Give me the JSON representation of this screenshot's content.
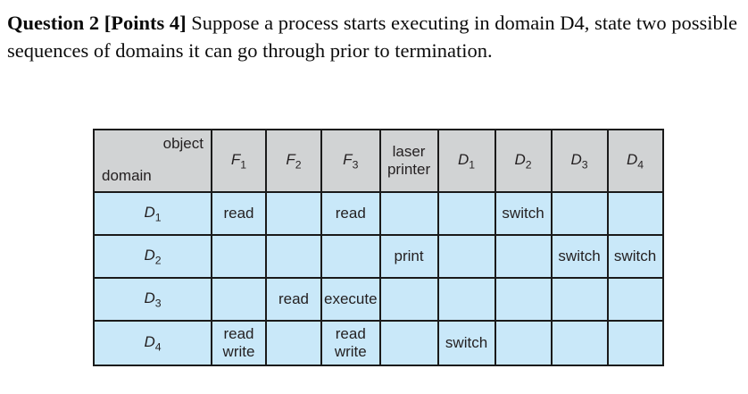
{
  "page": {
    "question": {
      "bold_lead": "Question 2 [Points 4]",
      "body_text": " Suppose a process starts executing in domain D4, state two possible sequences of domains it can go through prior to termination."
    },
    "colors": {
      "header_bg": "#d1d3d4",
      "row_bg": "#c9e8f9",
      "border": "#1a1a1a",
      "text": "#231f20"
    }
  },
  "table": {
    "corner": {
      "top_right": "object",
      "bottom_left": "domain"
    },
    "columns": [
      {
        "base": "F",
        "sub": "1"
      },
      {
        "base": "F",
        "sub": "2"
      },
      {
        "base": "F",
        "sub": "3"
      },
      {
        "text": "laser printer"
      },
      {
        "base": "D",
        "sub": "1"
      },
      {
        "base": "D",
        "sub": "2"
      },
      {
        "base": "D",
        "sub": "3"
      },
      {
        "base": "D",
        "sub": "4"
      }
    ],
    "rows": [
      {
        "label": {
          "base": "D",
          "sub": "1"
        },
        "cells": [
          "read",
          "",
          "read",
          "",
          "",
          "switch",
          "",
          ""
        ]
      },
      {
        "label": {
          "base": "D",
          "sub": "2"
        },
        "cells": [
          "",
          "",
          "",
          "print",
          "",
          "",
          "switch",
          "switch"
        ]
      },
      {
        "label": {
          "base": "D",
          "sub": "3"
        },
        "cells": [
          "",
          "read",
          "execute",
          "",
          "",
          "",
          "",
          ""
        ]
      },
      {
        "label": {
          "base": "D",
          "sub": "4"
        },
        "cells": [
          "read write",
          "",
          "read write",
          "",
          "switch",
          "",
          "",
          ""
        ]
      }
    ]
  }
}
